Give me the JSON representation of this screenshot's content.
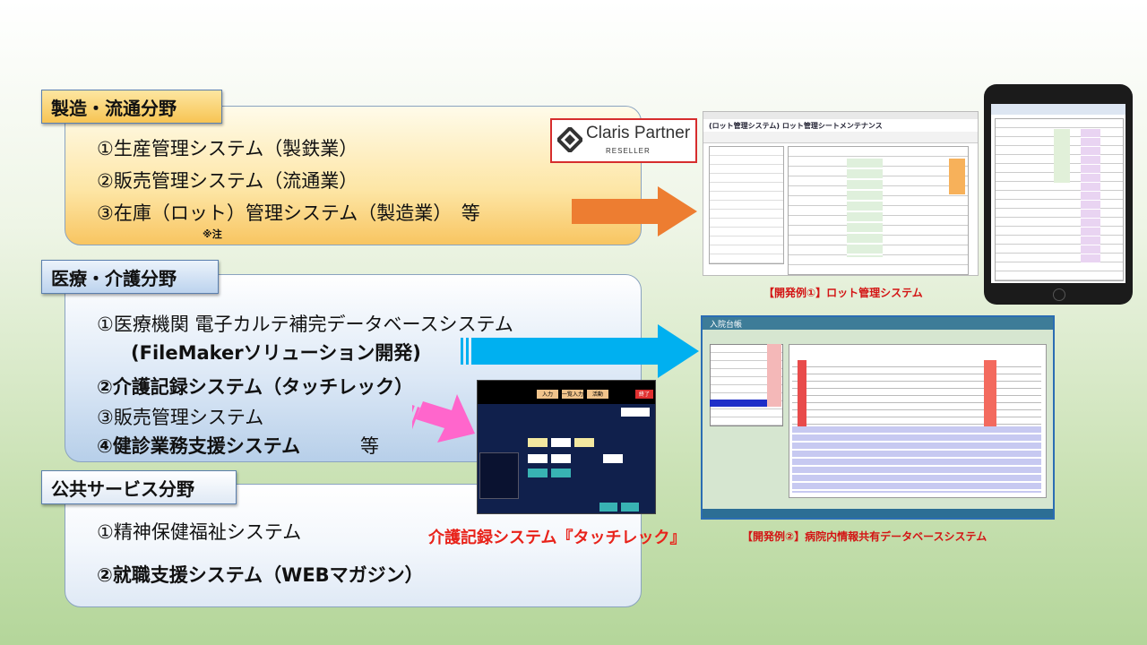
{
  "sections": {
    "manufacturing": {
      "label": "製造・流通分野",
      "items": [
        "①生産管理システム（製鉄業）",
        "②販売管理システム（流通業）",
        "③在庫（ロット）管理システム（製造業）　等"
      ],
      "note": "※注"
    },
    "medical": {
      "label": "医療・介護分野",
      "items": [
        "①医療機関 電子カルテ補完データベースシステム",
        "(FileMakerソリューション開発)",
        "②介護記録システム（タッチレック）",
        "③販売管理システム",
        "④健診業務支援システム",
        "等"
      ]
    },
    "public": {
      "label": "公共サービス分野",
      "items": [
        "①精神保健福祉システム",
        "②就職支援システム（WEBマガジン）"
      ]
    }
  },
  "claris": {
    "name": "Claris Partner",
    "sub": "RESELLER"
  },
  "captions": {
    "lot": "【開発例①】ロット管理システム",
    "hospital": "【開発例②】病院内情報共有データベースシステム",
    "touchrec": "介護記録システム『タッチレック』"
  },
  "screens": {
    "lot_title": "(ロット管理システム) ロット管理シートメンテナンス",
    "hospital_title": "入院台帳",
    "touchrec_btns": [
      "入力",
      "一覧入力",
      "活動",
      "終了"
    ]
  },
  "colors": {
    "caption_red": "#d31414",
    "arrow_orange": "#ed7d31",
    "arrow_blue": "#00b0f0",
    "arrow_pink": "#ff66cc"
  }
}
